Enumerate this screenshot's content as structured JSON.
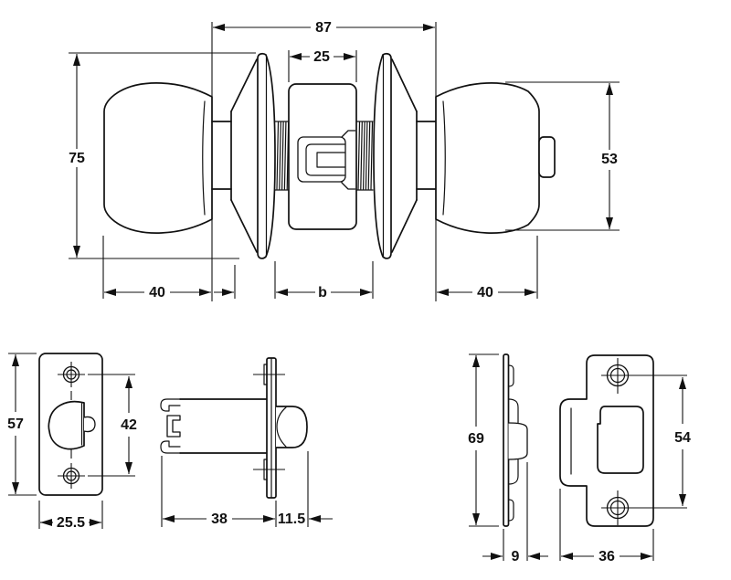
{
  "drawing": {
    "type": "door-knob-lockset-technical-drawing",
    "colors": {
      "line": "#111111",
      "background": "#ffffff"
    },
    "dimensions": {
      "overall_length": "87",
      "latch_case_width": "25",
      "rose_diameter": "75",
      "knob_diameter": "53",
      "left_knob_length": "40",
      "door_thickness": "b",
      "right_knob_length": "40",
      "faceplate_height": "57",
      "faceplate_screw_spacing": "42",
      "faceplate_width": "25.5",
      "latch_body_length": "38",
      "bolt_projection": "11.5",
      "strike_plate_height": "69",
      "strike_plate_depth": "9",
      "strike_screw_spacing": "54",
      "strike_plate_width": "36"
    }
  }
}
